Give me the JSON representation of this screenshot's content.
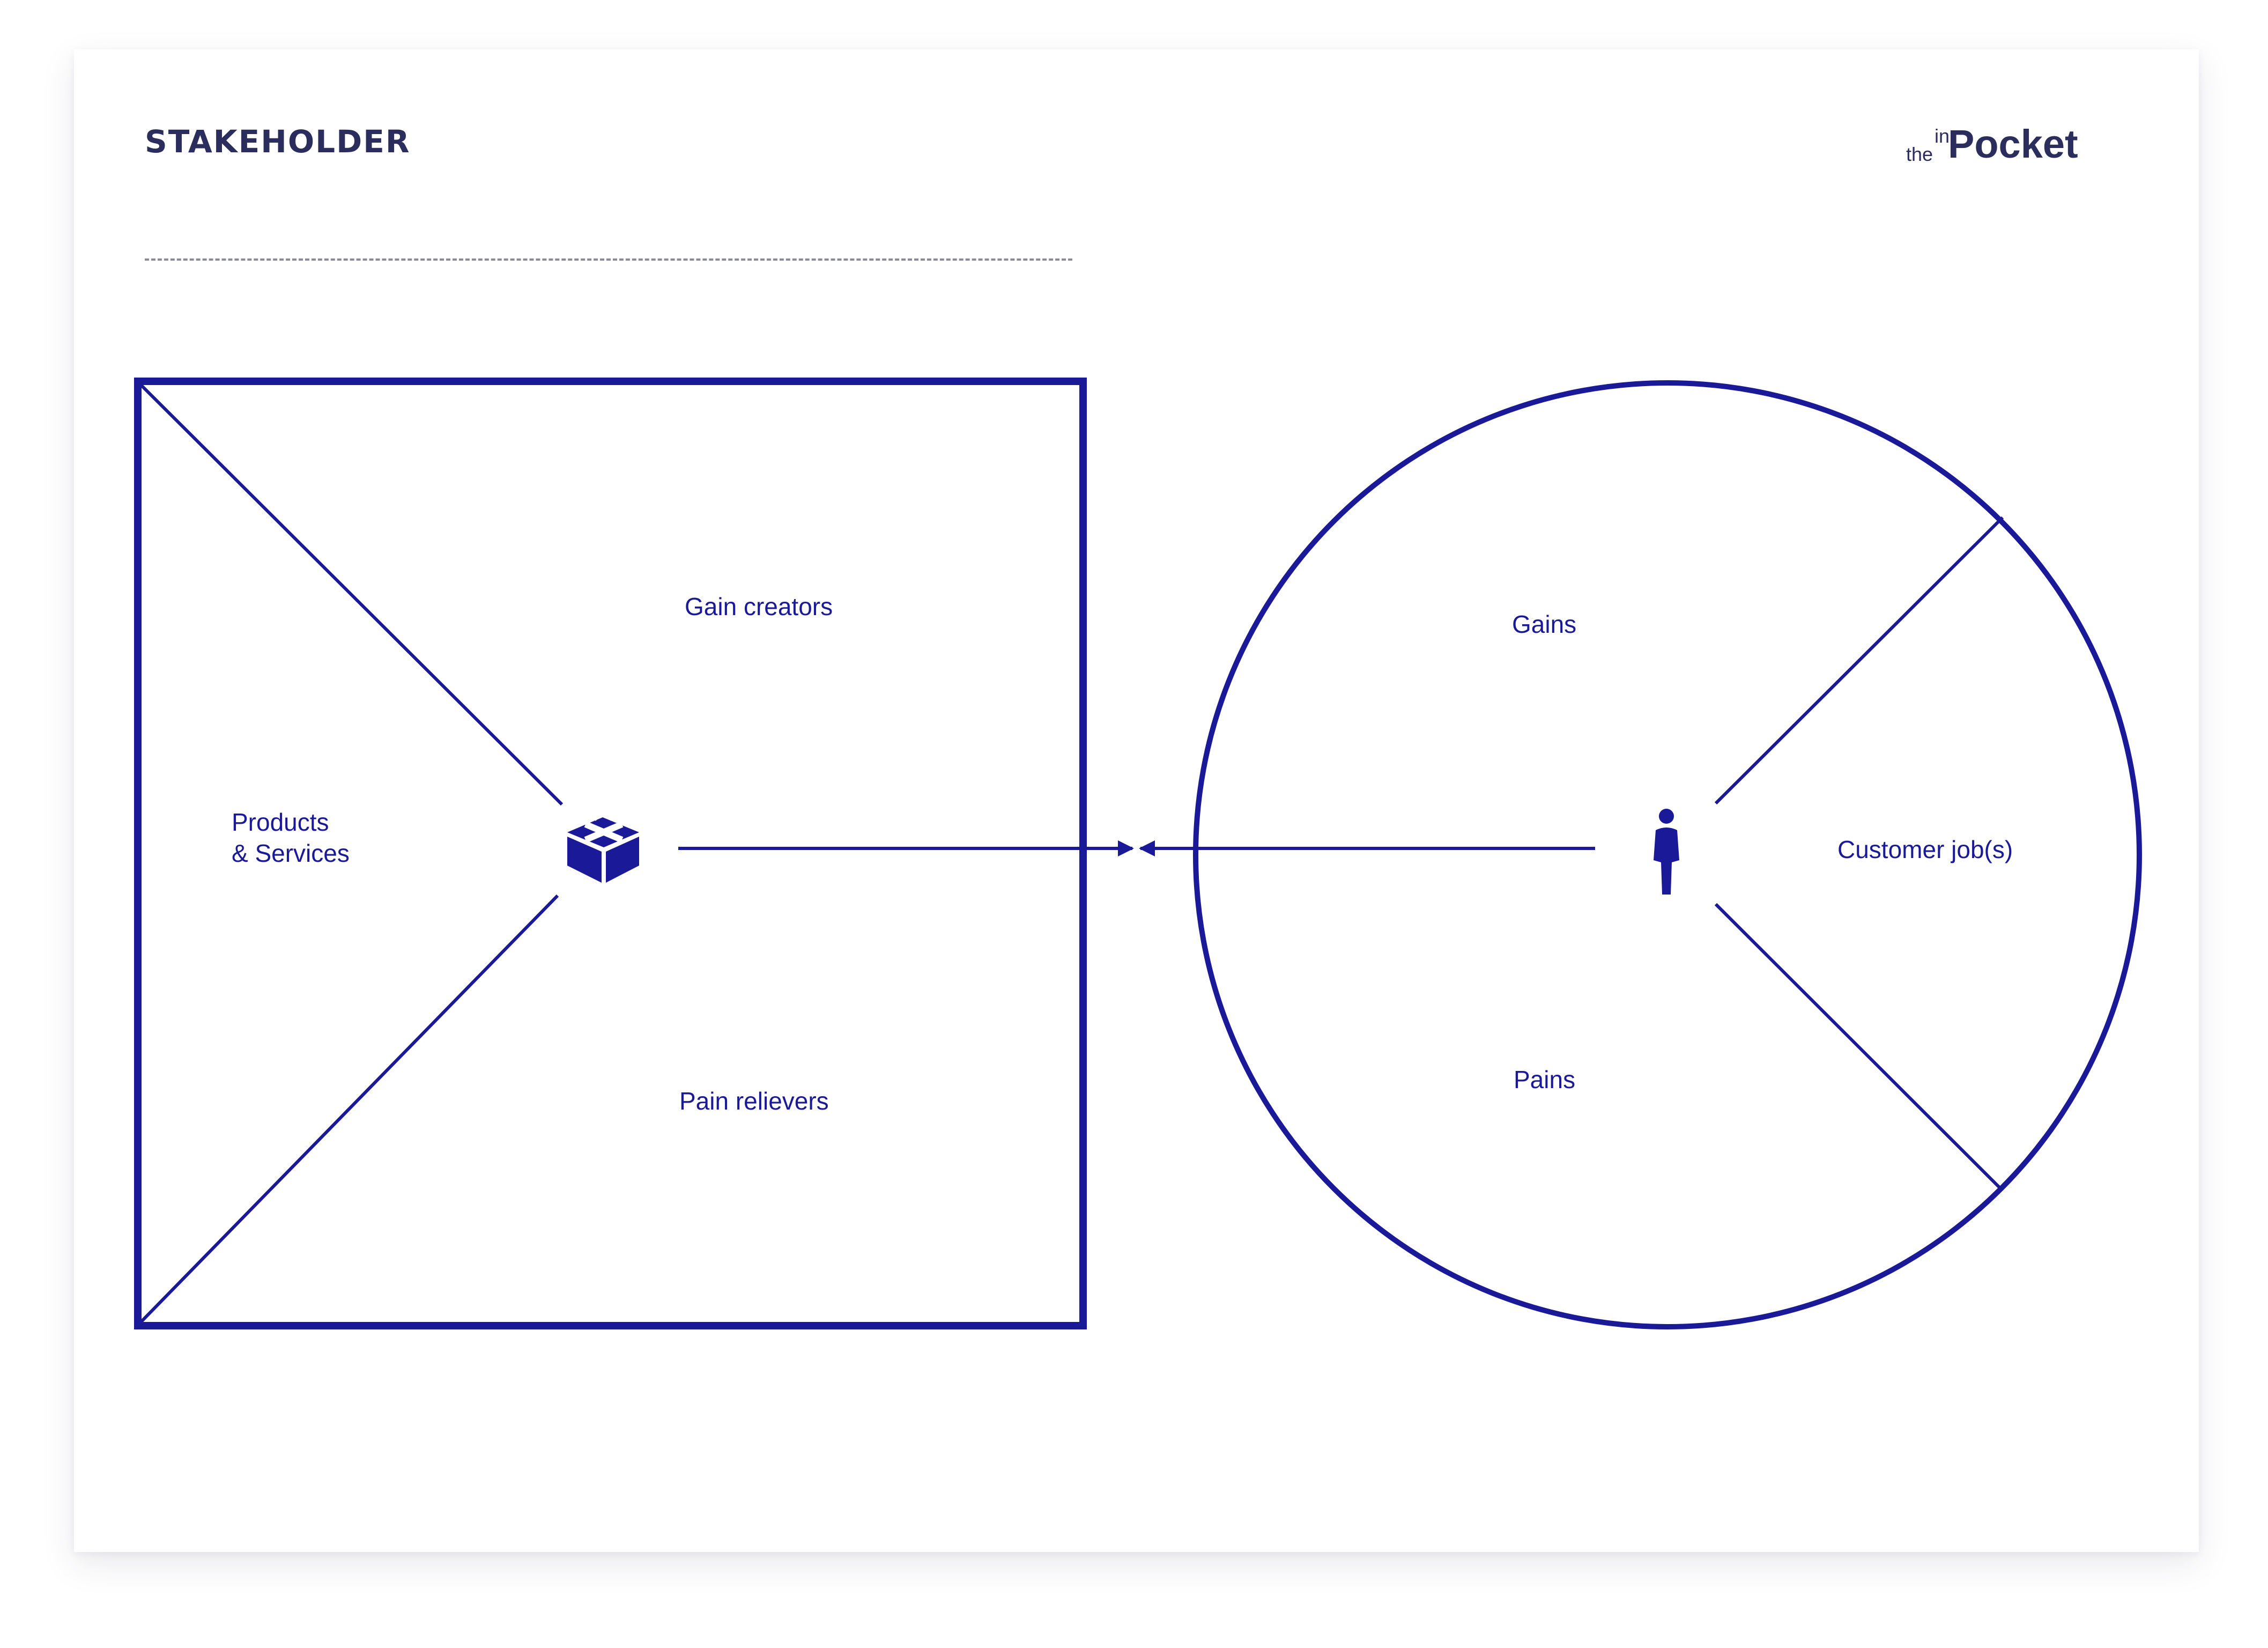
{
  "header": {
    "title": "STAKEHOLDER"
  },
  "logo": {
    "small_top": "in",
    "small_bottom": "the",
    "word": "Pocket"
  },
  "value_map": {
    "top_label": "Gain creators",
    "left_label": "Products\n& Services",
    "bottom_label": "Pain relievers",
    "icon": "gift-box-icon"
  },
  "customer_profile": {
    "top_label": "Gains",
    "right_label": "Customer job(s)",
    "bottom_label": "Pains",
    "icon": "person-icon"
  },
  "colors": {
    "stroke": "#1a1a99",
    "heading": "#2b2d5c",
    "dashed_line": "#8a8a9a"
  }
}
